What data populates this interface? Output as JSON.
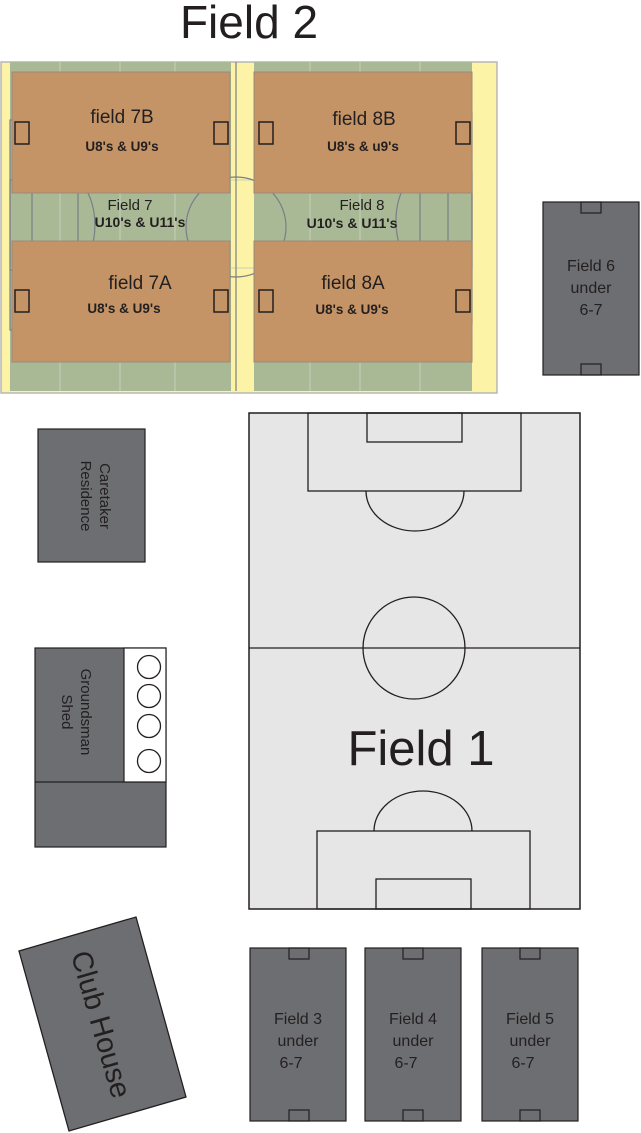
{
  "title": "Field 2",
  "field_2_sections": {
    "field_7b": {
      "name": "field 7B",
      "ages": "U8's & U9's"
    },
    "field_8b": {
      "name": "field 8B",
      "ages": "U8's & u9's"
    },
    "field_7": {
      "name": "Field 7",
      "ages": "U10's & U11's"
    },
    "field_8": {
      "name": "Field 8",
      "ages": "U10's & U11's"
    },
    "field_7a": {
      "name": "field 7A",
      "ages": "U8's & U9's"
    },
    "field_8a": {
      "name": "field 8A",
      "ages": "U8's & U9's"
    }
  },
  "field_1": {
    "name": "Field 1"
  },
  "field_6": {
    "line1": "Field 6",
    "line2": "under",
    "line3": "6-7"
  },
  "field_3": {
    "line1": "Field 3",
    "line2": "under",
    "line3": "6-7"
  },
  "field_4": {
    "line1": "Field 4",
    "line2": "under",
    "line3": "6-7"
  },
  "field_5": {
    "line1": "Field 5",
    "line2": "under",
    "line3": "6-7"
  },
  "caretaker": {
    "line1": "Caretaker",
    "line2": "Residence"
  },
  "groundsman": {
    "line1": "Groundsman",
    "line2": "Shed"
  },
  "club_house": {
    "name": "Club House"
  },
  "colors": {
    "small_pitch": "#c49466",
    "grass_band": "#a9b996",
    "field2_border": "#fdf3a7",
    "field1": "#e6e6e6",
    "building": "#6d6e71",
    "outline": "#231f20"
  }
}
